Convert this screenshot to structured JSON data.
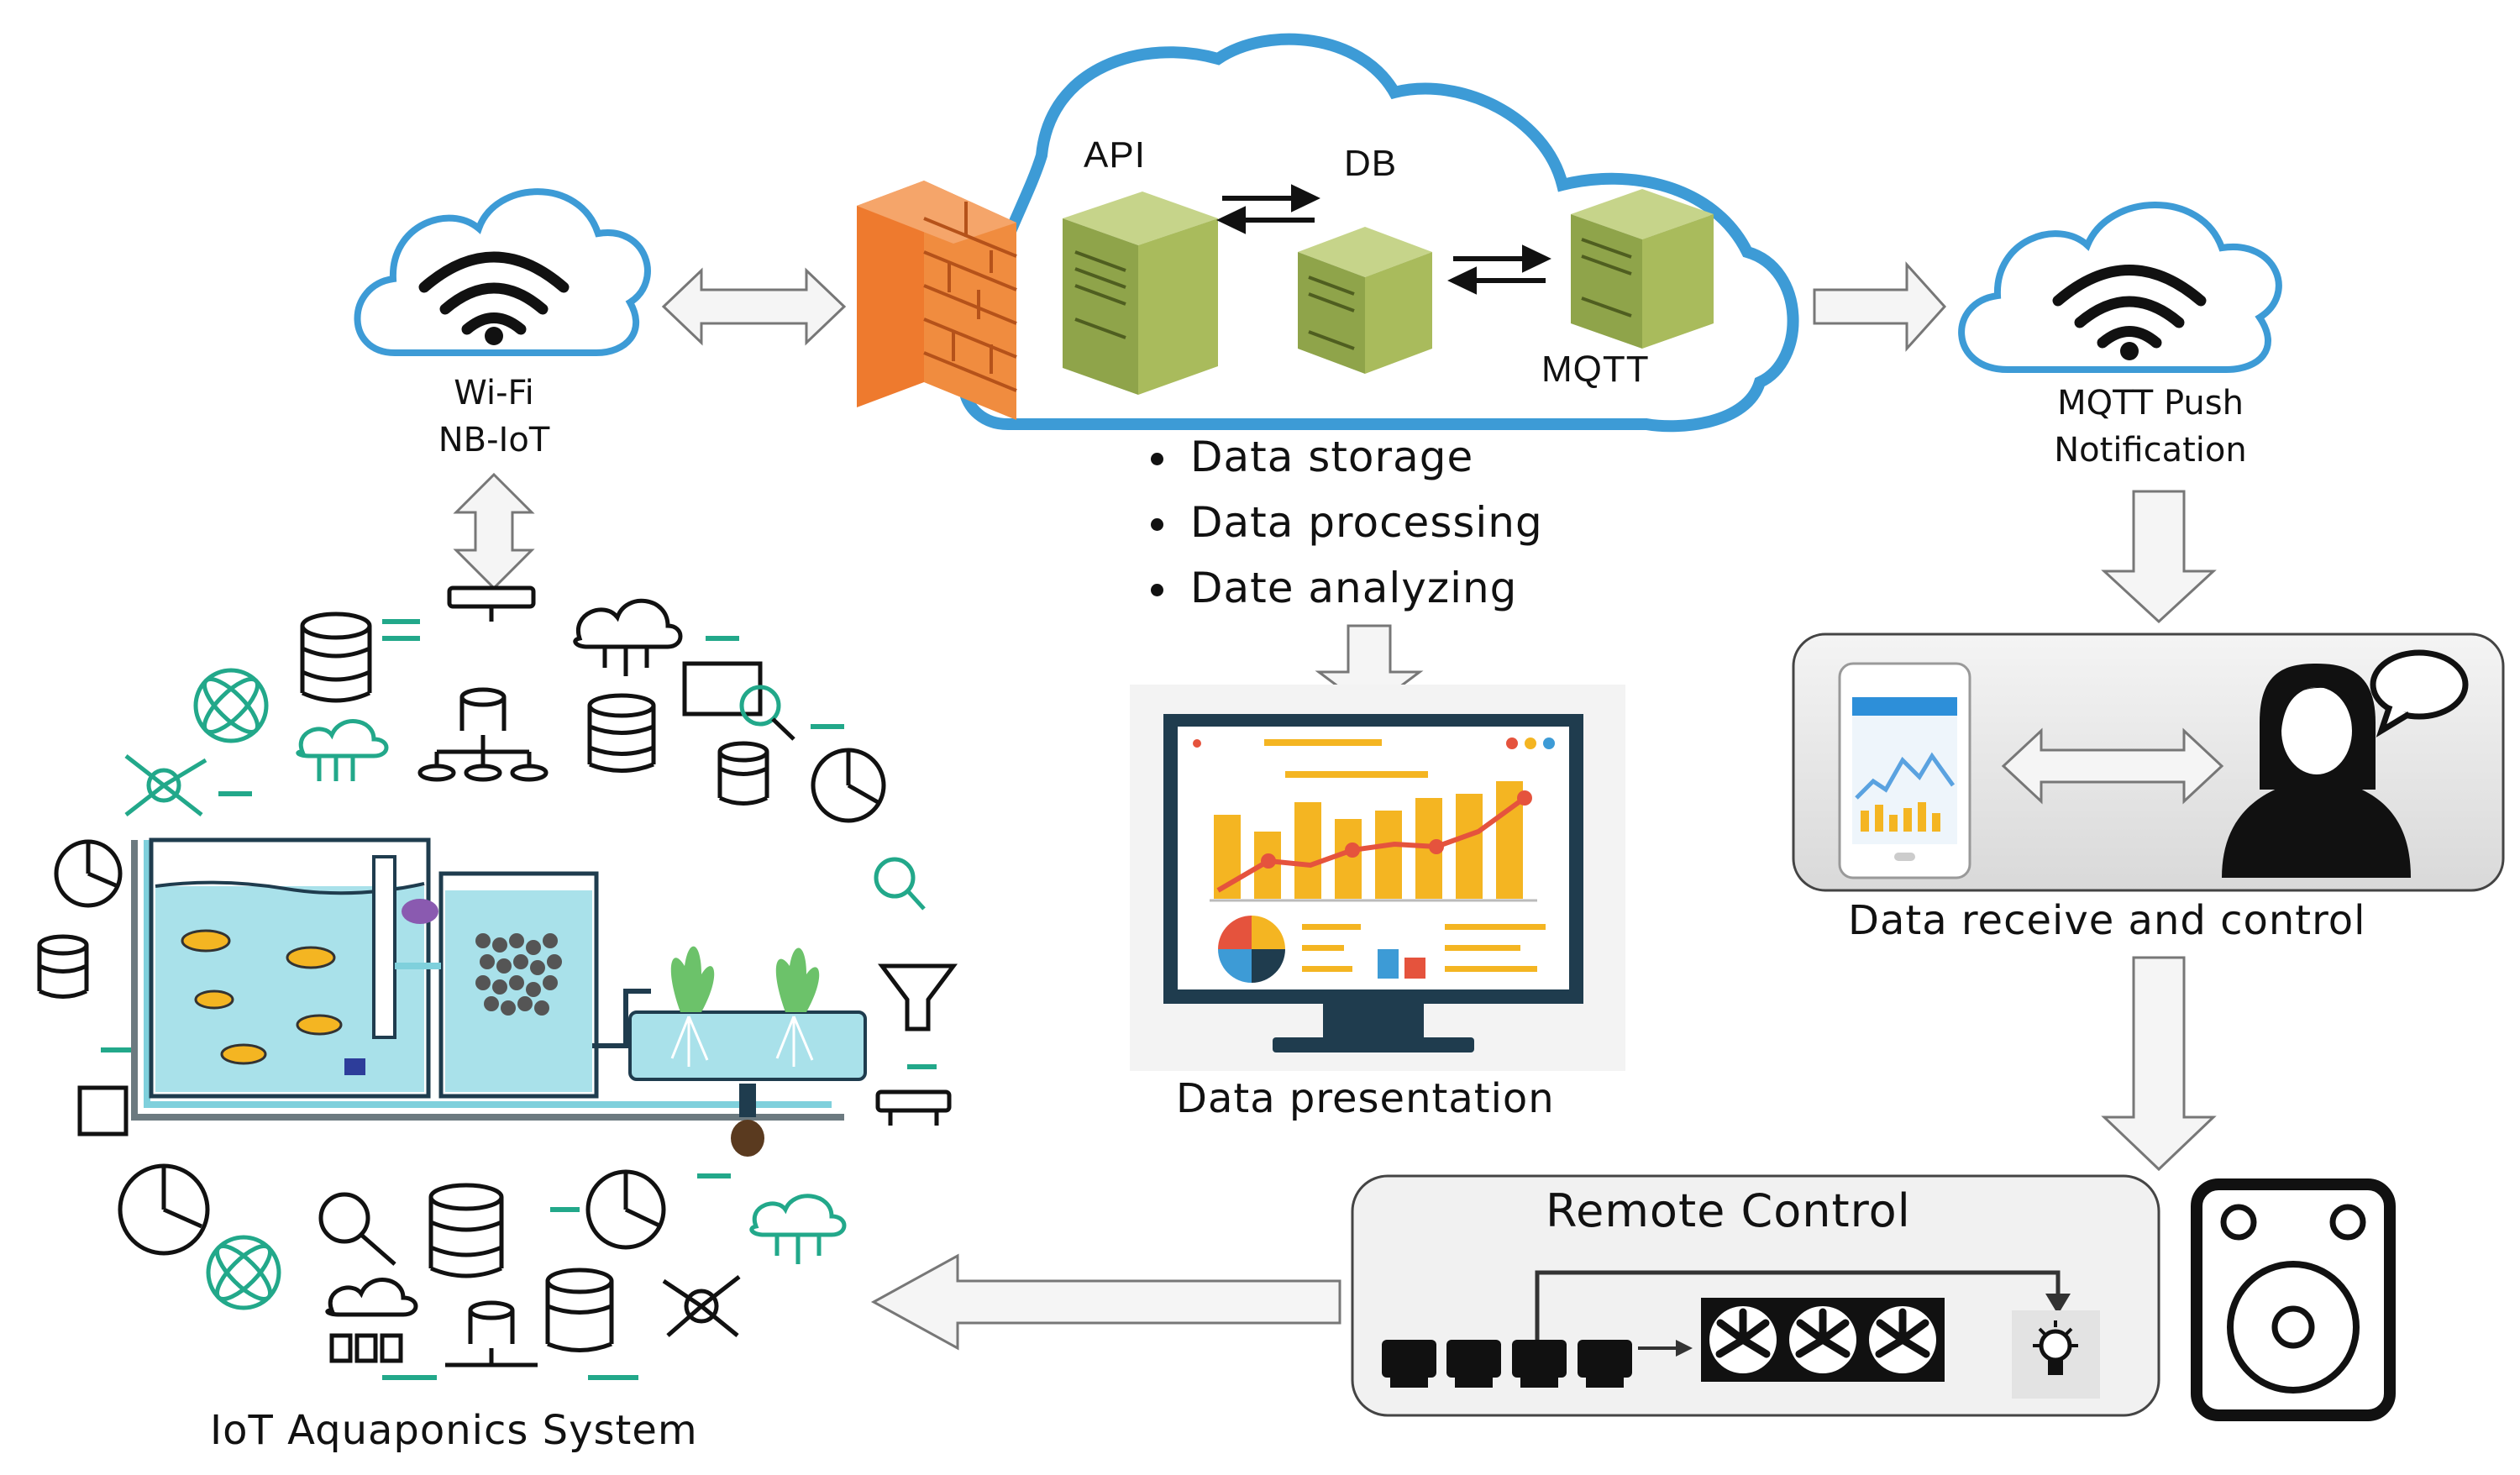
{
  "labels": {
    "wifi": "Wi-Fi",
    "nbiot": "NB-IoT",
    "api": "API",
    "db": "DB",
    "mqtt": "MQTT",
    "mqtt_push_1": "MQTT Push",
    "mqtt_push_2": "Notification",
    "data_presentation": "Data presentation",
    "data_receive": "Data receive and control",
    "remote_control": "Remote Control",
    "iot_system": "IoT Aquaponics System"
  },
  "cloud_functions": [
    "Data storage",
    "Data processing",
    "Date analyzing"
  ],
  "colors": {
    "cloud_stroke": "#3d9bd6",
    "firewall": "#ee7a2e",
    "server": "#9cb04a",
    "accent_green": "#22a88a",
    "water": "#a9e1ea",
    "bar_yellow": "#f4b522",
    "trend_red": "#e5533d",
    "monitor_frame": "#1f3c4e"
  },
  "icons": [
    "wifi-icon",
    "firewall-icon",
    "server-icon",
    "monitor-chart-icon",
    "smartphone-icon",
    "user-icon",
    "speech-bubble-icon",
    "relay-icon",
    "fan-icon",
    "bulb-icon",
    "speaker-icon",
    "fish-tank-icon"
  ]
}
